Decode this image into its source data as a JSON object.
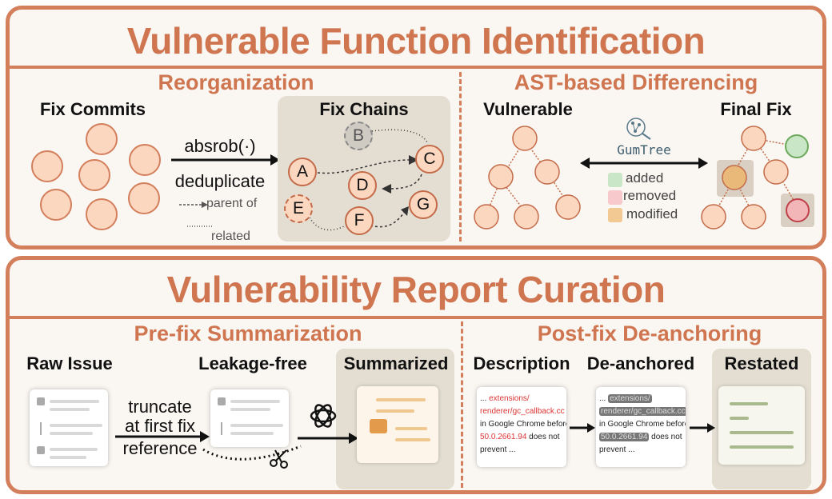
{
  "top_panel": {
    "title": "Vulnerable Function Identification",
    "left_section": {
      "title": "Reorganization",
      "fix_commits_label": "Fix Commits",
      "fix_chains_label": "Fix Chains",
      "arrow_label_top": "absrob(·)",
      "arrow_label_bottom": "deduplicate",
      "legend_parent": "parent of",
      "legend_related": "related",
      "chain_nodes": [
        "A",
        "B",
        "C",
        "D",
        "E",
        "F",
        "G"
      ]
    },
    "right_section": {
      "title": "AST-based Differencing",
      "vulnerable_label": "Vulnerable",
      "final_fix_label": "Final Fix",
      "tool_name": "GumTree",
      "legend": [
        {
          "label": "added",
          "color": "#c9e6c6"
        },
        {
          "label": "removed",
          "color": "#f7c9cc"
        },
        {
          "label": "modified",
          "color": "#f2c992"
        }
      ]
    }
  },
  "bottom_panel": {
    "title": "Vulnerability Report Curation",
    "left_section": {
      "title": "Pre-fix Summarization",
      "raw_issue_label": "Raw Issue",
      "leakage_free_label": "Leakage-free",
      "summarized_label": "Summarized",
      "truncate_lines": [
        "truncate",
        "at first fix",
        "reference"
      ]
    },
    "right_section": {
      "title": "Post-fix De-anchoring",
      "description_label": "Description",
      "deanchored_label": "De-anchored",
      "restated_label": "Restated",
      "card_text": {
        "line1_prefix": "... ",
        "line1_path": "extensions/",
        "line2_path": "renderer/gc_callback.cc",
        "line3": "in Google Chrome before",
        "version": "50.0.2661.94",
        "line4_suffix": " does not",
        "line5": "prevent ..."
      }
    }
  },
  "colors": {
    "accent": "#d47f5c",
    "node_fill": "#fbd7c0",
    "gray_box": "#e3ddd2",
    "green": "#8cc47a",
    "red": "#d9534f",
    "orange": "#e9b97a"
  }
}
